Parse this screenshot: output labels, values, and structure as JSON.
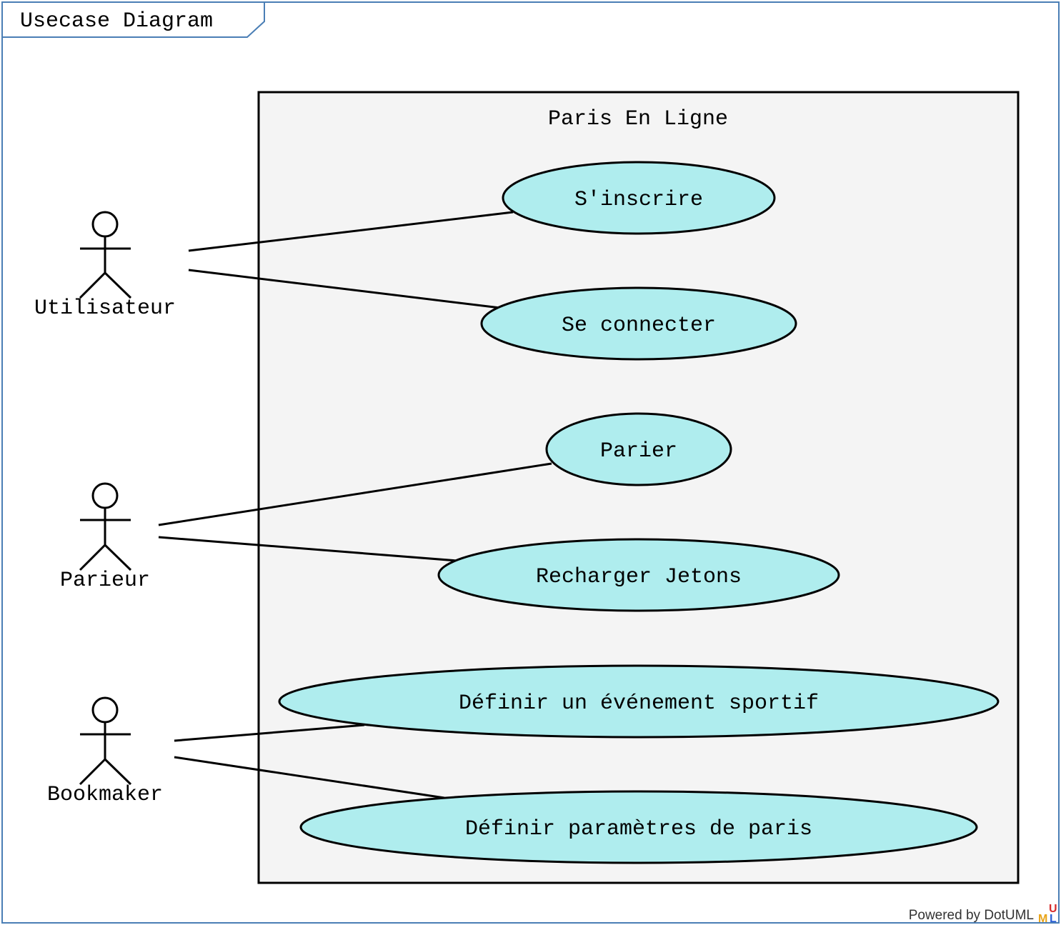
{
  "frame": {
    "title": "Usecase Diagram",
    "border_color": "#4a7eb5"
  },
  "system": {
    "title": "Paris En Ligne",
    "fill": "#f4f4f4"
  },
  "actors": [
    {
      "id": "utilisateur",
      "label": "Utilisateur"
    },
    {
      "id": "parieur",
      "label": "Parieur"
    },
    {
      "id": "bookmaker",
      "label": "Bookmaker"
    }
  ],
  "usecases": [
    {
      "id": "s-inscrire",
      "label": "S'inscrire"
    },
    {
      "id": "se-connecter",
      "label": "Se connecter"
    },
    {
      "id": "parier",
      "label": "Parier"
    },
    {
      "id": "recharger-jetons",
      "label": "Recharger Jetons"
    },
    {
      "id": "definir-evenement",
      "label": "Définir un événement sportif"
    },
    {
      "id": "definir-parametres",
      "label": "Définir paramètres de paris"
    }
  ],
  "associations": [
    {
      "actor": "utilisateur",
      "usecase": "s-inscrire"
    },
    {
      "actor": "utilisateur",
      "usecase": "se-connecter"
    },
    {
      "actor": "parieur",
      "usecase": "parier"
    },
    {
      "actor": "parieur",
      "usecase": "recharger-jetons"
    },
    {
      "actor": "bookmaker",
      "usecase": "definir-evenement"
    },
    {
      "actor": "bookmaker",
      "usecase": "definir-parametres"
    }
  ],
  "usecase_fill": "#afedee",
  "footer": {
    "text": "Powered by DotUML",
    "logo_letters": [
      "U",
      "M",
      "L"
    ]
  }
}
